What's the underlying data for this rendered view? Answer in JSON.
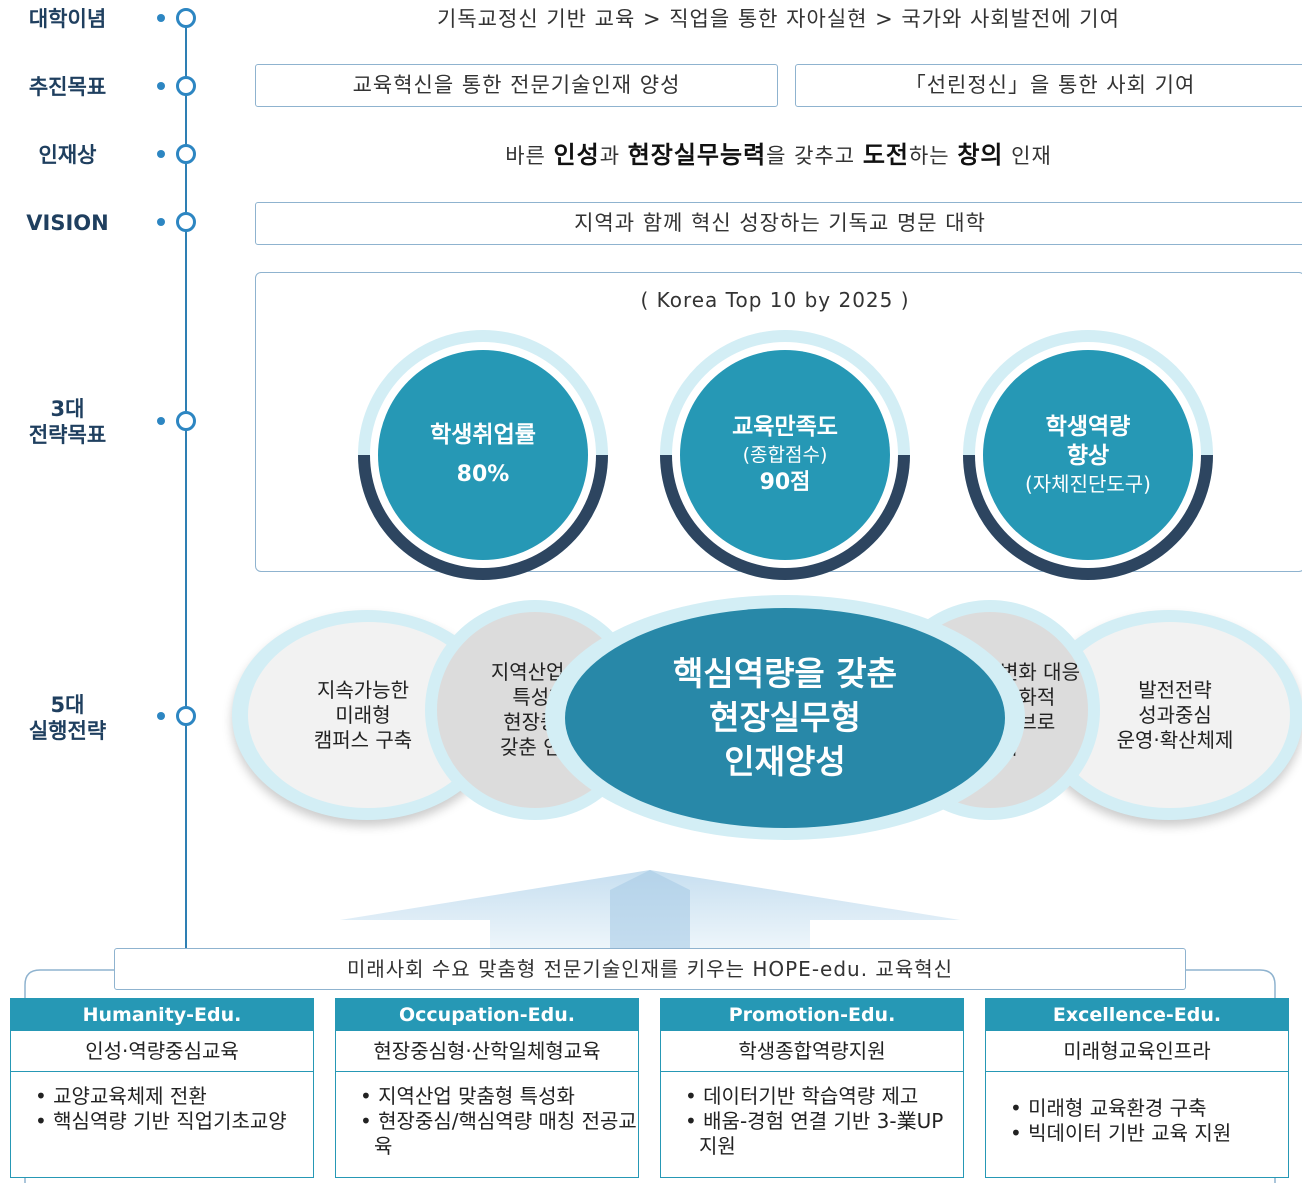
{
  "rows": {
    "philosophy": {
      "label": "대학이념",
      "text": "기독교정신 기반 교육 > 직업을 통한 자아실현 > 국가와 사회발전에 기여"
    },
    "goals": {
      "label": "추진목표",
      "left": "교육혁신을 통한 전문기술인재 양성",
      "right": "「선린정신」을 통한 사회 기여"
    },
    "talent": {
      "label": "인재상",
      "p1": "바른 ",
      "b1": "인성",
      "p2": "과 ",
      "b2": "현장실무능력",
      "p3": "을 갖추고 ",
      "b3": "도전",
      "p4": "하는 ",
      "b4": "창의",
      "p5": " 인재"
    },
    "vision": {
      "label": "VISION",
      "text": "지역과 함께 혁신 성장하는 기독교 명문 대학"
    },
    "strategic_goals": {
      "label_1": "3대",
      "label_2": "전략목표",
      "subtitle": "( Korea Top 10 by 2025 )",
      "items": [
        {
          "line1": "학생취업률",
          "line2": "",
          "value": "80%"
        },
        {
          "line1": "교육만족도",
          "line2": "(종합점수)",
          "value": "90점"
        },
        {
          "line1": "학생역량",
          "line2": "향상",
          "value": "(자체진단도구)"
        }
      ]
    },
    "strategies": {
      "label_1": "5대",
      "label_2": "실행전략",
      "center": [
        "핵심역량을 갖춘",
        "현장실무형",
        "인재양성"
      ],
      "left1": [
        "지속가능한",
        "미래형",
        "캠퍼스 구축"
      ],
      "left2": [
        "지역산업 맞",
        "특성화",
        "현장중심",
        "갖춘 인재"
      ],
      "right2": [
        "변화 대응",
        "친화적",
        "허브로",
        "축"
      ],
      "right1": [
        "발전전략",
        "성과중심",
        "운영·확산체제"
      ]
    }
  },
  "hope": {
    "banner": "미래사회 수요 맞춤형 전문기술인재를 키우는 HOPE-edu. 교육혁신",
    "cards": [
      {
        "title": "Humanity-Edu.",
        "subtitle": "인성·역량중심교육",
        "items": [
          "교양교육체제 전환",
          "핵심역량 기반 직업기초교양"
        ]
      },
      {
        "title": "Occupation-Edu.",
        "subtitle": "현장중심형·산학일체형교육",
        "items": [
          "지역산업 맞춤형 특성화",
          "현장중심/핵심역량 매칭 전공교육"
        ]
      },
      {
        "title": "Promotion-Edu.",
        "subtitle": "학생종합역량지원",
        "items": [
          "데이터기반 학습역량 제고",
          "배움-경험 연결 기반 3-業UP 지원"
        ]
      },
      {
        "title": "Excellence-Edu.",
        "subtitle": "미래형교육인프라",
        "items": [
          "미래형 교육환경 구축",
          "빅데이터 기반 교육 지원"
        ]
      }
    ]
  },
  "colors": {
    "accent": "#2698b5",
    "navy": "#1f3f5f",
    "line": "#2d86c2"
  }
}
